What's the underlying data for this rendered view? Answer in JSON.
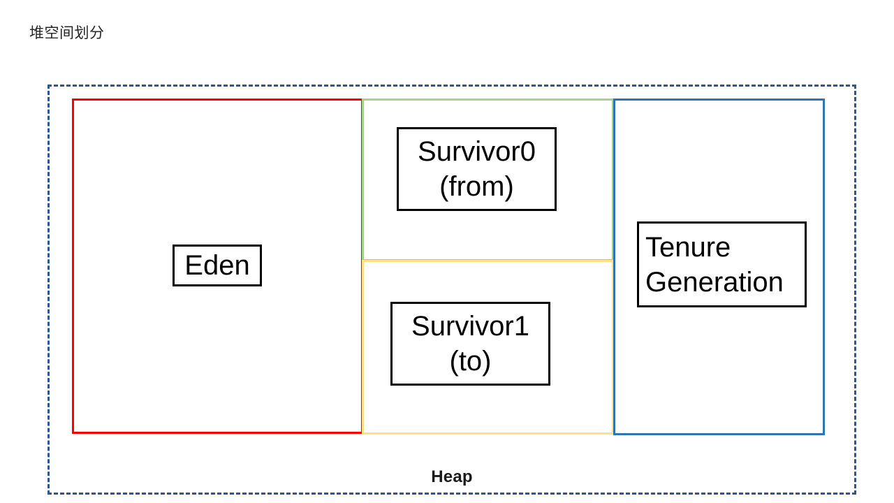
{
  "slide": {
    "title": "堆空间划分",
    "background_color": "#FFFFFF"
  },
  "diagram": {
    "type": "jvm-heap-memory-layout",
    "outer_region": {
      "name": "heap",
      "caption": "Heap",
      "border_color": "#2E5596",
      "border_style": "dashed"
    },
    "regions": [
      {
        "key": "eden",
        "label": "Eden",
        "label_lines": [
          "Eden"
        ],
        "border_color": "#FF0000"
      },
      {
        "key": "survivor0",
        "label": "Survivor0 (from)",
        "label_lines": [
          "Survivor0",
          "(from)"
        ],
        "border_color": "#A9D18E"
      },
      {
        "key": "survivor1",
        "label": "Survivor1 (to)",
        "label_lines": [
          "Survivor1",
          "(to)"
        ],
        "border_color": "#FFE083"
      },
      {
        "key": "tenure",
        "label": "Tenure Generation",
        "label_lines": [
          "Tenure",
          "Generation"
        ],
        "border_color": "#2E75B6"
      }
    ]
  }
}
